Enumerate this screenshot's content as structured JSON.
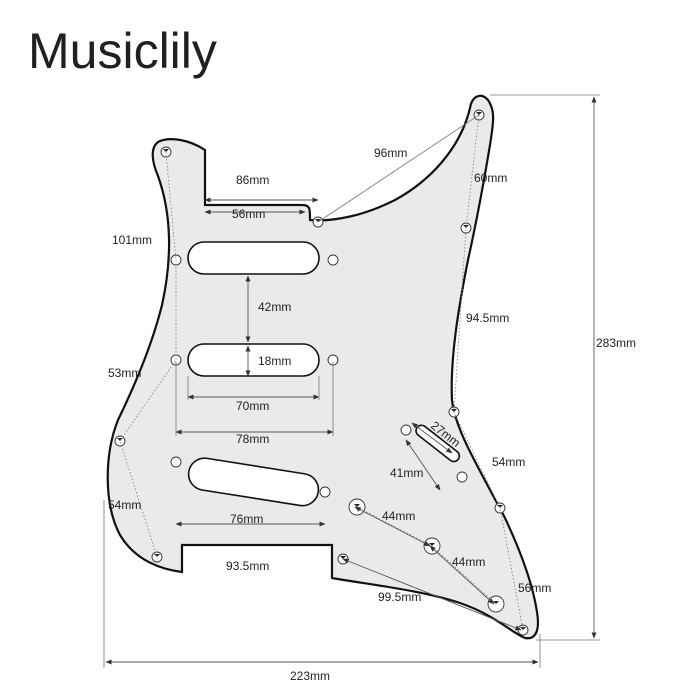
{
  "brand": "Musiclily",
  "colors": {
    "guard_fill": "#e9ebe9",
    "guard_edge": "#111111",
    "ink": "#231f20"
  },
  "dimensions": {
    "d96": "96mm",
    "d86": "86mm",
    "d60": "60mm",
    "d56a": "56mm",
    "d101": "101mm",
    "d42": "42mm",
    "d945": "94.5mm",
    "d283": "283mm",
    "d18": "18mm",
    "d53": "53mm",
    "d70": "70mm",
    "d27": "27mm",
    "d78": "78mm",
    "d54a": "54mm",
    "d41": "41mm",
    "d44a": "44mm",
    "d54b": "54mm",
    "d76": "76mm",
    "d44b": "44mm",
    "d935": "93.5mm",
    "d995": "99.5mm",
    "d56b": "56mm",
    "d223": "223mm"
  }
}
